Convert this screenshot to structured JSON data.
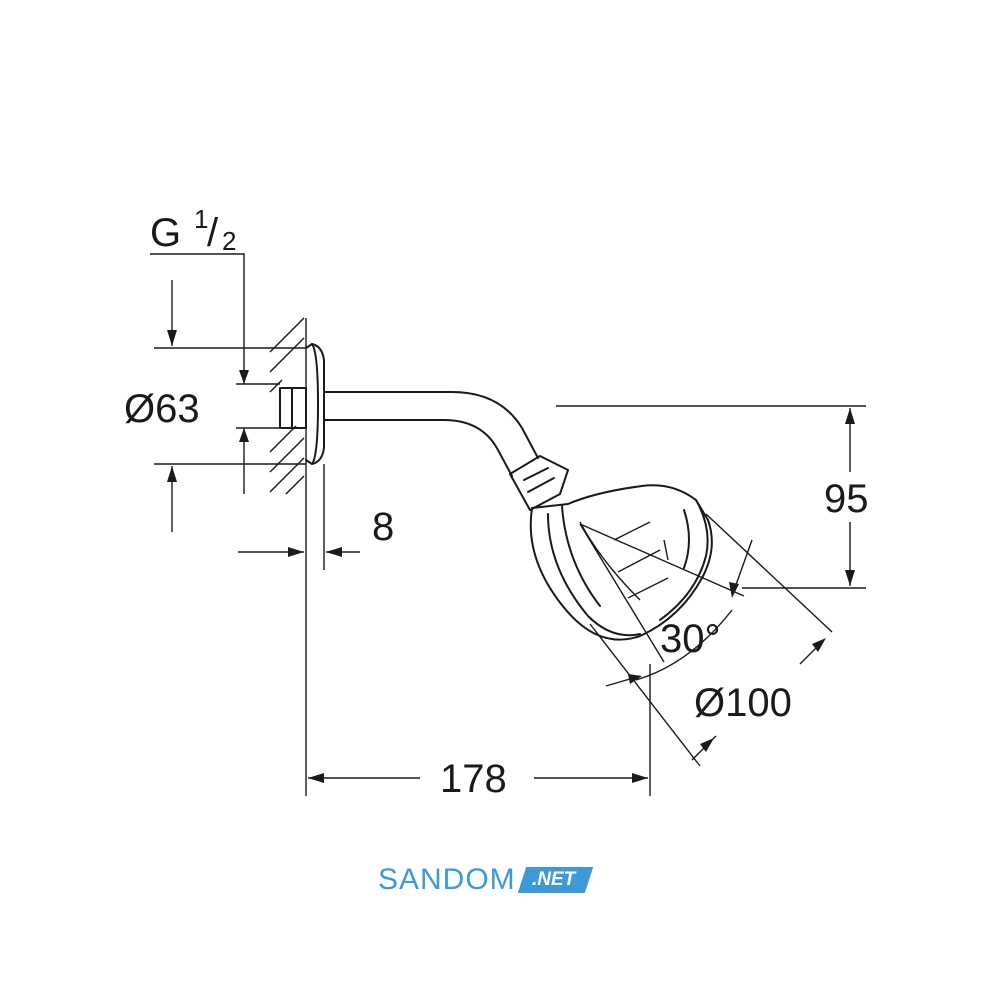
{
  "dimensions": {
    "thread": {
      "prefix": "G",
      "numerator": "1",
      "slash": "/",
      "denominator": "2"
    },
    "flange_diameter": "Ø63",
    "flange_depth": "8",
    "drop_height": "95",
    "spray_angle": "30°",
    "head_diameter": "Ø100",
    "projection": "178"
  },
  "logo": {
    "main": "SANDOM",
    "tag": ".NET",
    "color": "#3d9ad6"
  }
}
